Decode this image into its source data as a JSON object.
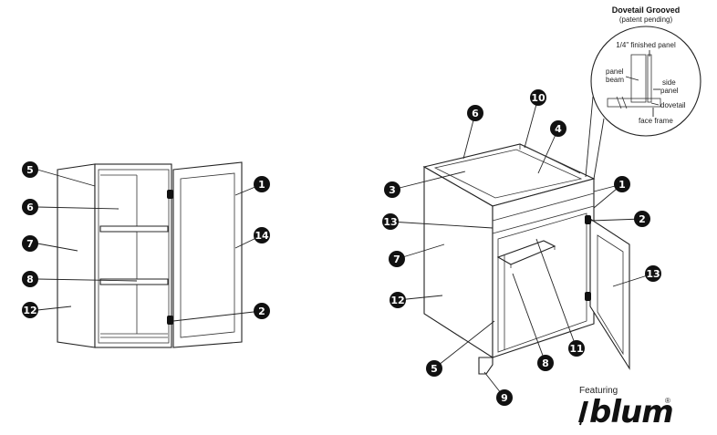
{
  "detail": {
    "title": "Dovetail Grooved",
    "subtitle": "(patent pending)",
    "label_finished_panel": "1/4\" finished panel",
    "label_panel": "panel",
    "label_beam": "beam",
    "label_side": "side",
    "label_panel2": "panel",
    "label_dovetail": "dovetail",
    "label_face_frame": "face frame"
  },
  "wall_cabinet_callouts": [
    "5",
    "6",
    "7",
    "8",
    "12",
    "1",
    "14",
    "2"
  ],
  "base_cabinet_callouts": [
    "6",
    "10",
    "4",
    "3",
    "1",
    "2",
    "13",
    "7",
    "12",
    "13",
    "5",
    "8",
    "11",
    "9"
  ],
  "branding": {
    "featuring": "Featuring",
    "logo_text": "blum",
    "registered": "®"
  }
}
